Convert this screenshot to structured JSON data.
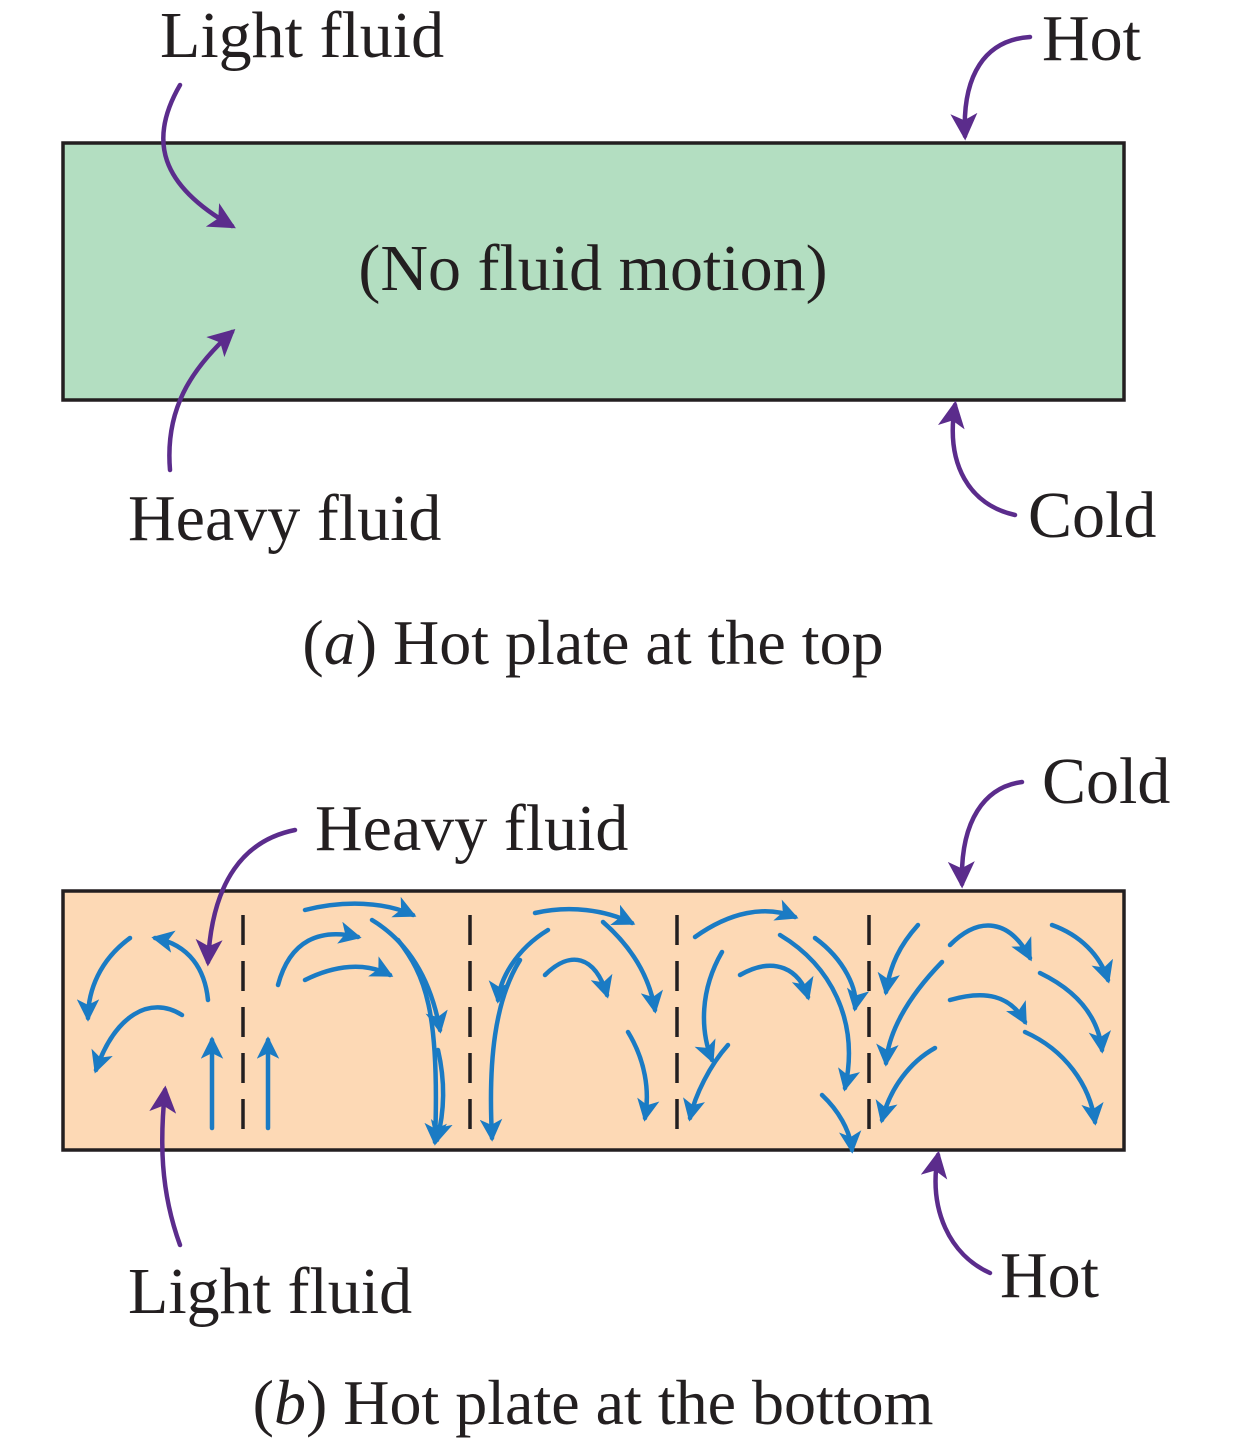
{
  "panel_a": {
    "label_light_fluid": "Light fluid",
    "label_hot": "Hot",
    "center_text": "(No fluid motion)",
    "label_heavy_fluid": "Heavy fluid",
    "label_cold": "Cold",
    "caption_letter": "a",
    "caption_text": "Hot plate at the top"
  },
  "panel_b": {
    "label_cold": "Cold",
    "label_heavy_fluid": "Heavy fluid",
    "label_light_fluid": "Light fluid",
    "label_hot": "Hot",
    "caption_letter": "b",
    "caption_text": "Hot plate at the bottom"
  },
  "colors": {
    "panel_a_fill": "#b3dec1",
    "panel_b_fill": "#fdd9b5",
    "pointer_arrows": "#5b2c8c",
    "flow_arrows": "#1a7bc4",
    "outline": "#231f20"
  }
}
